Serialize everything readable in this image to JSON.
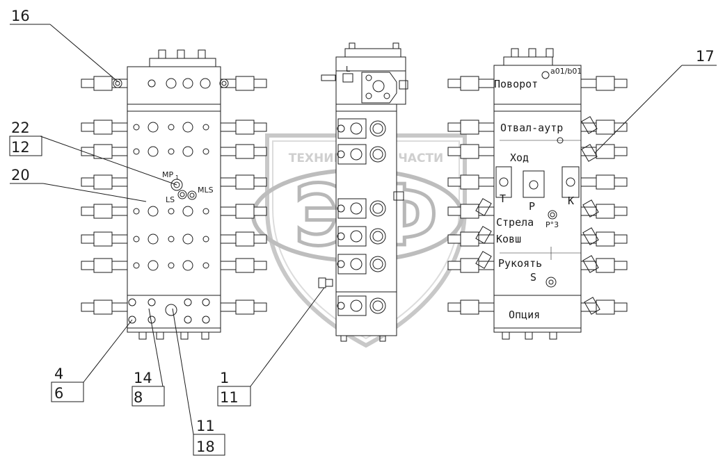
{
  "watermark": {
    "brand": "ЭФ",
    "tagline": "ТЕХНИКА И ЗАПЧАСТИ"
  },
  "callouts": {
    "c16": "16",
    "c17": "17",
    "c22": "22",
    "c12": "12",
    "c20": "20",
    "c4": "4",
    "c6": "6",
    "c14": "14",
    "c8": "8",
    "c1": "1",
    "c11a": "11",
    "c11b": "11",
    "c18": "18"
  },
  "left_view": {
    "port_mp": "MP",
    "port_mp_sub": "1",
    "port_ls": "LS",
    "port_mls": "MLS"
  },
  "middle_view": {
    "port_l": "L"
  },
  "right_view": {
    "code": "a01/b01",
    "sections": {
      "swing": "Поворот",
      "blade": "Отвал-аутр",
      "travel": "Ход",
      "boom": "Стрела",
      "bucket": "Ковш",
      "arm": "Рукоять",
      "option": "Опция"
    },
    "ports": {
      "t": "T",
      "p": "P",
      "k": "K",
      "p3": "P°3",
      "s": "S"
    }
  }
}
